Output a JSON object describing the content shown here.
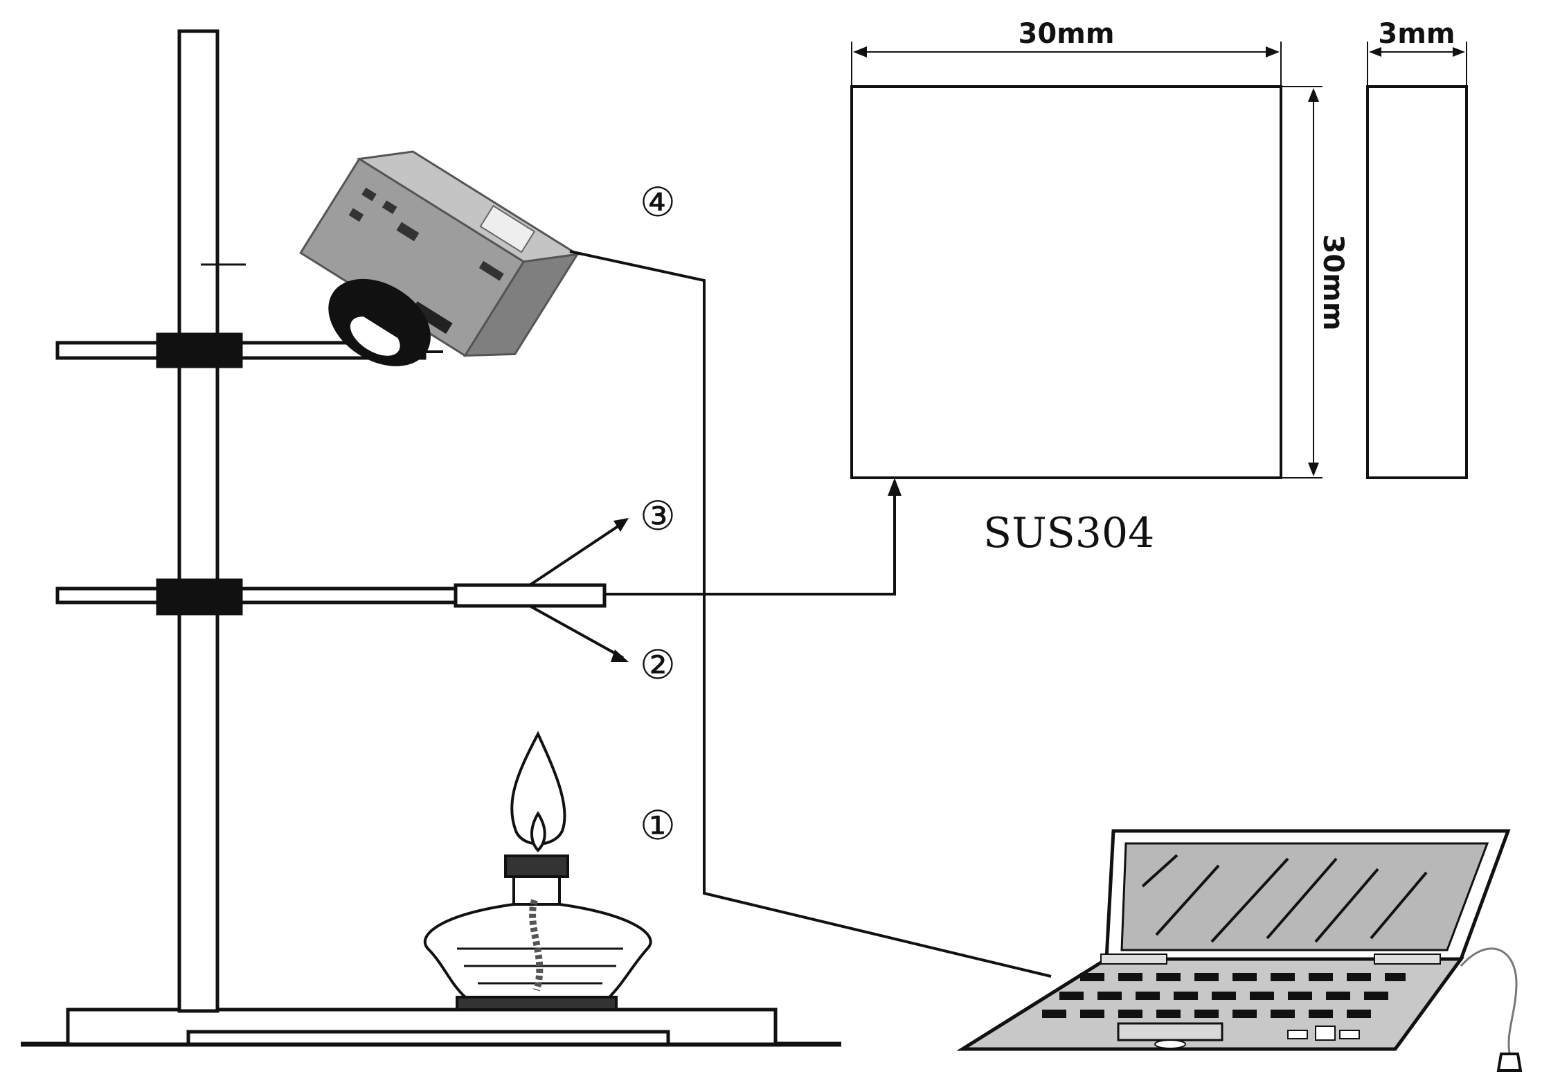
{
  "dimensions": {
    "width_label": "30mm",
    "thickness_label": "3mm",
    "height_label": "30mm"
  },
  "material_label": "SUS304",
  "markers": {
    "m1": "①",
    "m2": "②",
    "m3": "③",
    "m4": "④"
  },
  "components": [
    "stand-base",
    "stand-pole",
    "clamp-upper",
    "clamp-lower",
    "specimen-plate",
    "camera-sensor",
    "alcohol-burner",
    "laptop"
  ],
  "colors": {
    "line": "#111111",
    "device_gray": "#9a9a9a",
    "device_dark": "#1a1a1a",
    "screen_gray": "#b8b8b8"
  }
}
